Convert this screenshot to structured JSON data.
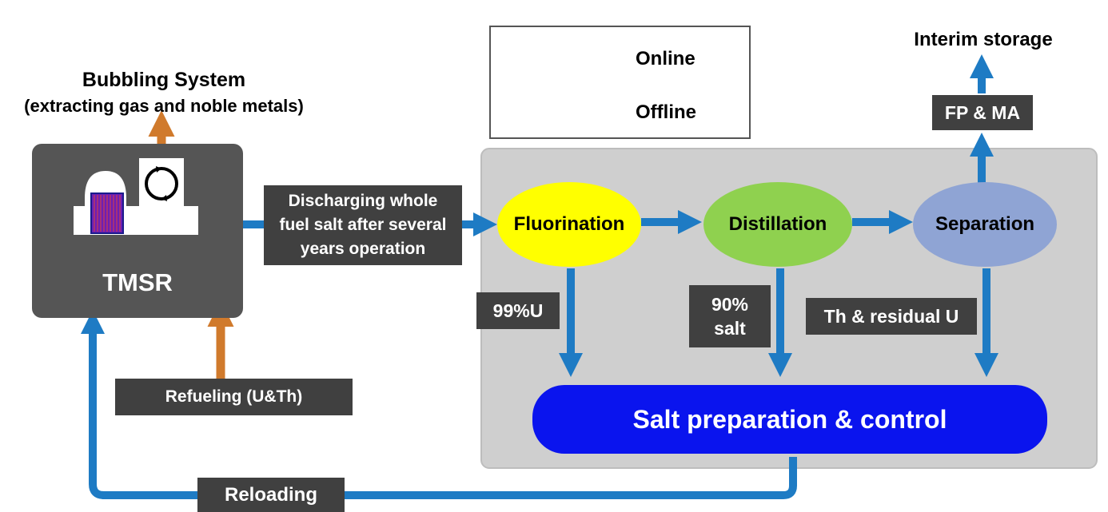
{
  "legend": {
    "online": "Online",
    "offline": "Offline"
  },
  "bubbling": {
    "title": "Bubbling System",
    "subtitle": "(extracting gas and noble metals)"
  },
  "reactor": {
    "label": "TMSR"
  },
  "discharge": {
    "line1": "Discharging whole",
    "line2": "fuel salt after several",
    "line3": "years operation"
  },
  "processes": {
    "fluorination": "Fluorination",
    "distillation": "Distillation",
    "separation": "Separation"
  },
  "outputs": {
    "uranium": "99%U",
    "salt_pct": "90%",
    "salt_word": "salt",
    "thorium": "Th & residual U",
    "fp_ma": "FP & MA",
    "interim": "Interim storage"
  },
  "salt_prep": "Salt preparation & control",
  "refueling": "Refueling (U&Th)",
  "reloading": "Reloading",
  "colors": {
    "online": "#d07a2c",
    "offline": "#1e7bc4",
    "label_bg": "#404040",
    "panel": "#cfcfcf",
    "fluorination": "#ffff00",
    "distillation": "#8fd14f",
    "separation": "#8fa4d4",
    "salt": "#0a14ee"
  }
}
